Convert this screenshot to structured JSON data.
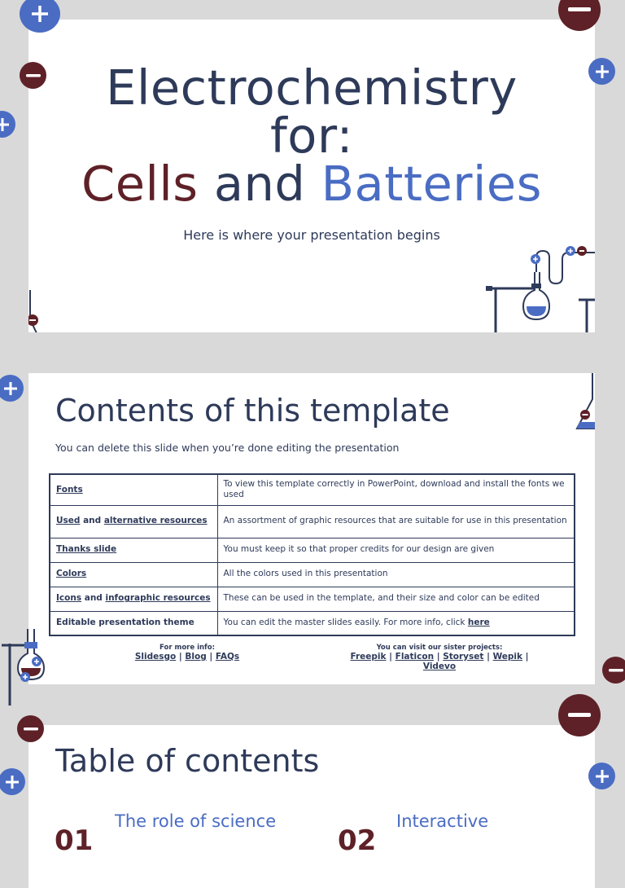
{
  "slide1": {
    "title_line1": "Electrochemistry",
    "title_line2": "for:",
    "title_cells": "Cells",
    "title_and": " and ",
    "title_batteries": "Batteries",
    "subtitle": "Here is where your presentation begins"
  },
  "slide2": {
    "title": "Contents of this template",
    "subtitle": "You can delete this slide when you’re done editing the presentation",
    "rows": [
      {
        "key_a": "Fonts",
        "key_mid": "",
        "key_b": "",
        "value": "To view this template correctly in PowerPoint, download and install the fonts we used"
      },
      {
        "key_a": "Used",
        "key_mid": " and ",
        "key_b": "alternative resources",
        "value": "An assortment of graphic resources that are suitable for use in this presentation"
      },
      {
        "key_a": "Thanks slide",
        "key_mid": "",
        "key_b": "",
        "value": "You must keep it so that proper credits for our design are given"
      },
      {
        "key_a": "Colors",
        "key_mid": "",
        "key_b": "",
        "value": "All the colors used in this presentation"
      },
      {
        "key_a": "Icons",
        "key_mid": " and ",
        "key_b": "infographic resources",
        "value": "These can be used in the template, and their size and color can be edited"
      },
      {
        "key_a": "Editable presentation theme",
        "key_mid": "",
        "key_b": "",
        "value": "You can edit the master slides easily. For more info, click ",
        "link": "here"
      }
    ],
    "footer_left": {
      "heading": "For more info:",
      "links": [
        "Slidesgo",
        "Blog",
        "FAQs"
      ]
    },
    "footer_right": {
      "heading": "You can visit our sister projects:",
      "links": [
        "Freepik",
        "Flaticon",
        "Storyset",
        "Wepik",
        "Videvo"
      ]
    }
  },
  "slide3": {
    "title": "Table of contents",
    "items": [
      {
        "number": "01",
        "title": "The role of science"
      },
      {
        "number": "02",
        "title": "Interactive"
      }
    ]
  },
  "colors": {
    "navy": "#2e3a59",
    "maroon": "#5e2127",
    "blue": "#4a6cc3",
    "gray_bg": "#d9d9d9"
  }
}
